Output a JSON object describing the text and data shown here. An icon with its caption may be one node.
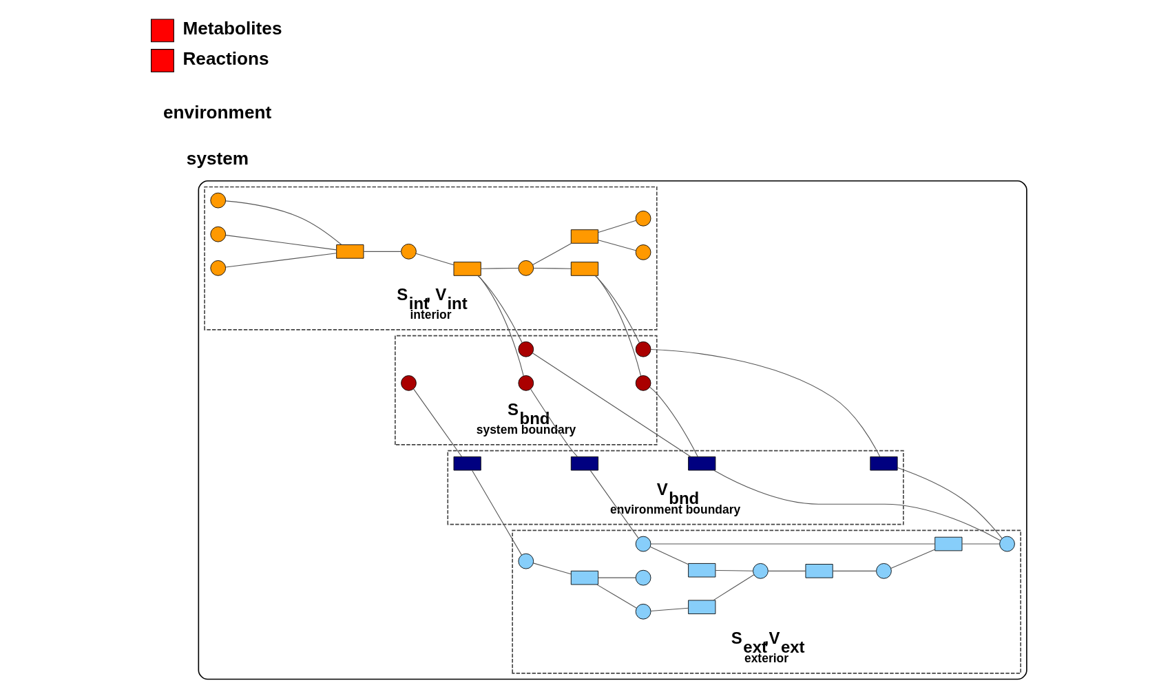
{
  "diagram": {
    "nodes": [
      {
        "text": [],
        "shape": "box"
      },
      {
        "text": [
          "S$_{int}$, V$_{int}$"
        ],
        "beside": [
          "interior"
        ],
        "in": 0
      },
      {
        "text": [],
        "shape": "circle",
        "in": 1
      },
      {
        "text": [],
        "shape": "circle",
        "in": 1
      },
      {
        "text": [],
        "shape": "box",
        "in": 1
      },
      {
        "text": [],
        "shape": "circle",
        "in": 1
      },
      {
        "text": [],
        "shape": "circle",
        "in": 1
      },
      {
        "text": [],
        "shape": "box",
        "in": 1
      },
      {
        "text": [],
        "shape": "box",
        "in": 1
      },
      {
        "text": [],
        "shape": "circle",
        "in": 1
      },
      {
        "text": [],
        "shape": "circle",
        "in": 1
      },
      {
        "text": [],
        "shape": "circle",
        "in": 1
      },
      {
        "text": [],
        "shape": "box",
        "in": 1
      },
      {
        "text": [
          "S$_{bnd}$"
        ],
        "beside": [
          "system boundary"
        ],
        "in": 0
      },
      {
        "text": [],
        "shape": "circle",
        "in": 13
      },
      {
        "text": [],
        "shape": "circle",
        "in": 13
      },
      {
        "text": [],
        "shape": "circle",
        "in": 13
      },
      {
        "text": [],
        "shape": "circle",
        "in": 13
      },
      {
        "text": [],
        "shape": "circle",
        "in": 13
      },
      {
        "text": [
          "V$_{bnd}$"
        ],
        "beside": [
          "environment boundary"
        ],
        "in": 0
      },
      {
        "text": [],
        "shape": "box",
        "in": 19
      },
      {
        "text": [],
        "shape": "box",
        "in": 19
      },
      {
        "text": [],
        "shape": "box",
        "in": 19
      },
      {
        "text": [],
        "shape": "box",
        "in": 19
      },
      {
        "text": [
          "S$_{ext}$,V$_{ext}$"
        ],
        "beside": [
          "exterior"
        ],
        "in": 0
      },
      {
        "text": [],
        "shape": "circle",
        "in": 24
      },
      {
        "text": [],
        "shape": "circle",
        "in": 24
      },
      {
        "text": [],
        "shape": "box",
        "in": 24
      },
      {
        "text": [],
        "shape": "box",
        "in": 24
      },
      {
        "text": [],
        "shape": "circle",
        "in": 24
      },
      {
        "text": [],
        "shape": "box",
        "in": 24
      },
      {
        "text": [],
        "shape": "circle",
        "in": 24
      },
      {
        "text": [],
        "shape": "circle",
        "in": 24
      },
      {
        "text": [],
        "shape": "box",
        "in": 24
      },
      {
        "text": [],
        "shape": "box",
        "in": 24
      },
      {
        "text": [],
        "shape": "circle",
        "in": 24
      },
      {
        "text": [],
        "shape": "circle",
        "in": 24
      }
    ],
    "edges": [
      {
        "from": 2,
        "to": 4,
        "arrow": "none"
      },
      {
        "from": 3,
        "to": 4,
        "arrow": "none"
      },
      {
        "from": 5,
        "to": 4,
        "arrow": "none"
      },
      {
        "from": 4,
        "to": 6,
        "arrow": "none"
      },
      {
        "from": 6,
        "to": 7,
        "arrow": "none"
      },
      {
        "from": 7,
        "to": 9,
        "arrow": "none"
      },
      {
        "from": 9,
        "to": 8,
        "arrow": "none"
      },
      {
        "from": 8,
        "to": 10,
        "arrow": "none"
      },
      {
        "from": 8,
        "to": 11,
        "arrow": "none"
      },
      {
        "from": 9,
        "to": 12,
        "arrow": "none"
      },
      {
        "from": 7,
        "to": 15,
        "arrow": "none"
      },
      {
        "from": 7,
        "to": 16,
        "arrow": "none"
      },
      {
        "from": 12,
        "to": 17,
        "arrow": "none"
      },
      {
        "from": 12,
        "to": 18,
        "arrow": "none"
      },
      {
        "from": 14,
        "to": 20,
        "arrow": "none"
      },
      {
        "from": 15,
        "to": 21,
        "arrow": "none"
      },
      {
        "from": 16,
        "to": 22,
        "arrow": "none"
      },
      {
        "from": 17,
        "to": 22,
        "arrow": "none"
      },
      {
        "from": 18,
        "to": 23,
        "arrow": "none"
      },
      {
        "from": 20,
        "to": 25,
        "arrow": "none"
      },
      {
        "from": 21,
        "to": 32,
        "arrow": "none"
      },
      {
        "from": 22,
        "to": 36,
        "arrow": "none"
      },
      {
        "from": 23,
        "to": 36,
        "arrow": "none"
      },
      {
        "from": 25,
        "to": 27,
        "arrow": "none"
      },
      {
        "from": 27,
        "to": 26,
        "arrow": "none"
      },
      {
        "from": 27,
        "to": 29,
        "arrow": "none"
      },
      {
        "from": 26,
        "to": 28,
        "arrow": "none"
      },
      {
        "from": 28,
        "to": 31,
        "arrow": "none"
      },
      {
        "from": 32,
        "to": 30,
        "arrow": "none"
      },
      {
        "from": 30,
        "to": 31,
        "arrow": "none"
      },
      {
        "from": 31,
        "to": 33,
        "arrow": "none"
      },
      {
        "from": 33,
        "to": 35,
        "arrow": "none"
      },
      {
        "from": 35,
        "to": 34,
        "arrow": "none"
      },
      {
        "from": 34,
        "to": 32,
        "arrow": "none"
      },
      {
        "from": 34,
        "to": 36,
        "arrow": "none"
      }
    ],
    "labels": [
      "system",
      "environment"
    ],
    "legend": [
      {
        "text": "Metabolites",
        "color": "#ff0000"
      },
      {
        "text": "Reactions",
        "color": "#ff0000"
      }
    ]
  }
}
